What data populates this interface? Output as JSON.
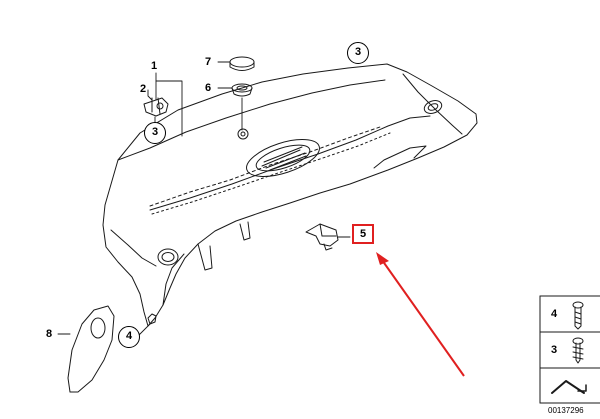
{
  "callouts": {
    "c1": "1",
    "c2": "2",
    "c3_clip": "3",
    "c7": "7",
    "c6": "6",
    "c3_top": "3",
    "c5": "5",
    "c8": "8",
    "c4": "4",
    "legend_4": "4",
    "legend_3": "3"
  },
  "diagram_code": "00137296",
  "colors": {
    "highlight": "#e02020",
    "line": "#1a1a1a"
  }
}
